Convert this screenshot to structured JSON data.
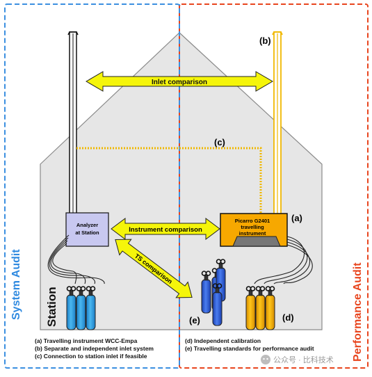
{
  "panels": {
    "left_title": "System Audit",
    "right_title": "Performance Audit",
    "left_color": "#3b8fe0",
    "right_color": "#e8451e"
  },
  "station_label": "Station",
  "arrows": {
    "inlet": "Inlet comparison",
    "instrument": "Instrument comparison",
    "ts": "TS comparison"
  },
  "analyzer": {
    "line1": "Analyzer",
    "line2": "at Station"
  },
  "picarro": {
    "line1": "Picarro G2401",
    "line2": "travelling",
    "line3": "instrument"
  },
  "markers": {
    "a": "(a)",
    "b": "(b)",
    "c": "(c)",
    "d": "(d)",
    "e": "(e)"
  },
  "legend_left": [
    "(a) Travelling instrument WCC-Empa",
    "(b) Separate and independent inlet system",
    "(c) Connection to station inlet if feasible"
  ],
  "legend_right": [
    "(d) Independent calibration",
    "(e) Travelling standards for performance audit"
  ],
  "watermark": "公众号 · 比科技术",
  "colors": {
    "yellow": "#f5f50a",
    "orange": "#f0a800",
    "cylinder_light": "#29a3e3",
    "cylinder_dark": "#2a5bd7",
    "house_fill": "#e6e6e6",
    "analyzer_fill": "#c8c8f0"
  }
}
